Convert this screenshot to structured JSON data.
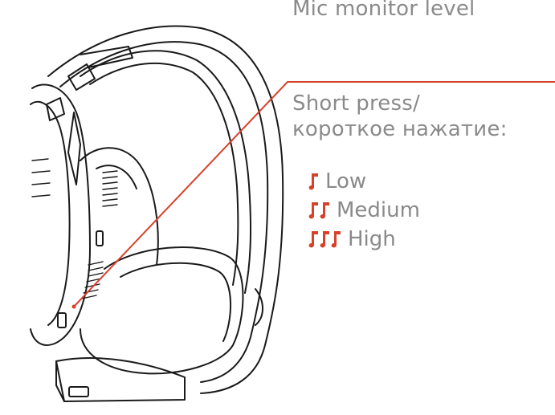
{
  "caption": {
    "title": "Mic monitor level",
    "press_line_1": "Short press/",
    "press_line_2": "короткое нажатие:"
  },
  "levels": [
    {
      "label": "Low",
      "note_count": 1
    },
    {
      "label": "Medium",
      "note_count": 2
    },
    {
      "label": "High",
      "note_count": 3
    }
  ],
  "colors": {
    "accent": "#d7412a",
    "caption_text": "#8a8a8a",
    "line_art": "#1a1a1a"
  },
  "icons": {
    "level_indicator": "music-note-icon",
    "port": "usb-port-icon"
  }
}
